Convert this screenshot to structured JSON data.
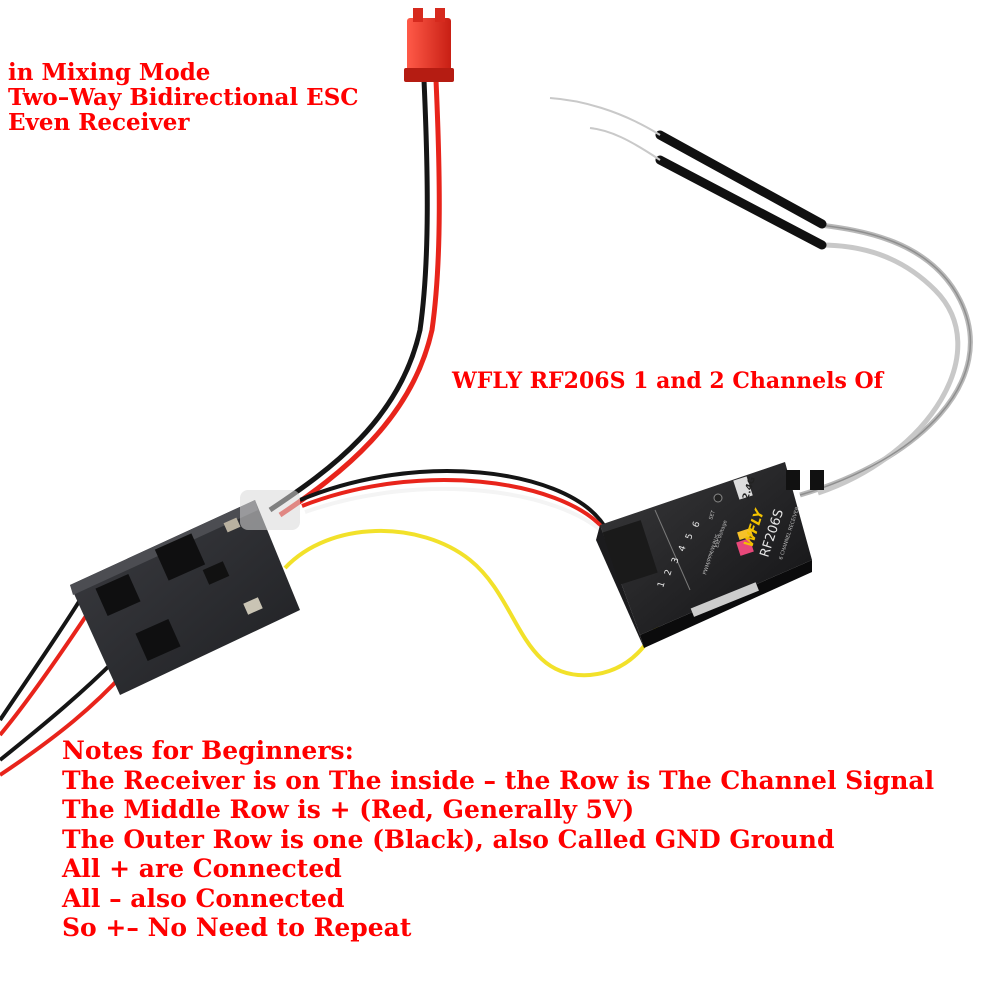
{
  "captions": {
    "mode_lines": [
      "in Mixing Mode",
      "Two–Way Bidirectional ESC",
      "Even Receiver"
    ],
    "receiver_label": "WFLY RF206S 1 and 2 Channels Of"
  },
  "notes": {
    "lines": [
      "Notes for Beginners:",
      "The Receiver is on The inside – the Row is The Channel Signal",
      "The Middle Row is + (Red, Generally 5V)",
      "The Outer Row is one (Black), also Called GND Ground",
      "All + are Connected",
      "All – also Connected",
      "So +– No Need to Repeat"
    ]
  },
  "receiver": {
    "brand": "WFLY",
    "model": "RF206S",
    "subtitle": "6 CHANNEL RECEIVER",
    "band": "2.4G",
    "channel_numbers": [
      "1",
      "2",
      "3",
      "4",
      "5",
      "6"
    ],
    "port_label": "PWM/PPM/W.BUS",
    "ext_label": "Ext.Voltage",
    "set_label": "SET"
  },
  "colors": {
    "caption_text": "#ff0000",
    "wire_red": "#e8241b",
    "wire_black": "#151515",
    "wire_yellow": "#f2e12a",
    "antenna_gray": "#b8b8b8",
    "connector_red": "#e63326",
    "pcb": "#2b2b2e"
  }
}
